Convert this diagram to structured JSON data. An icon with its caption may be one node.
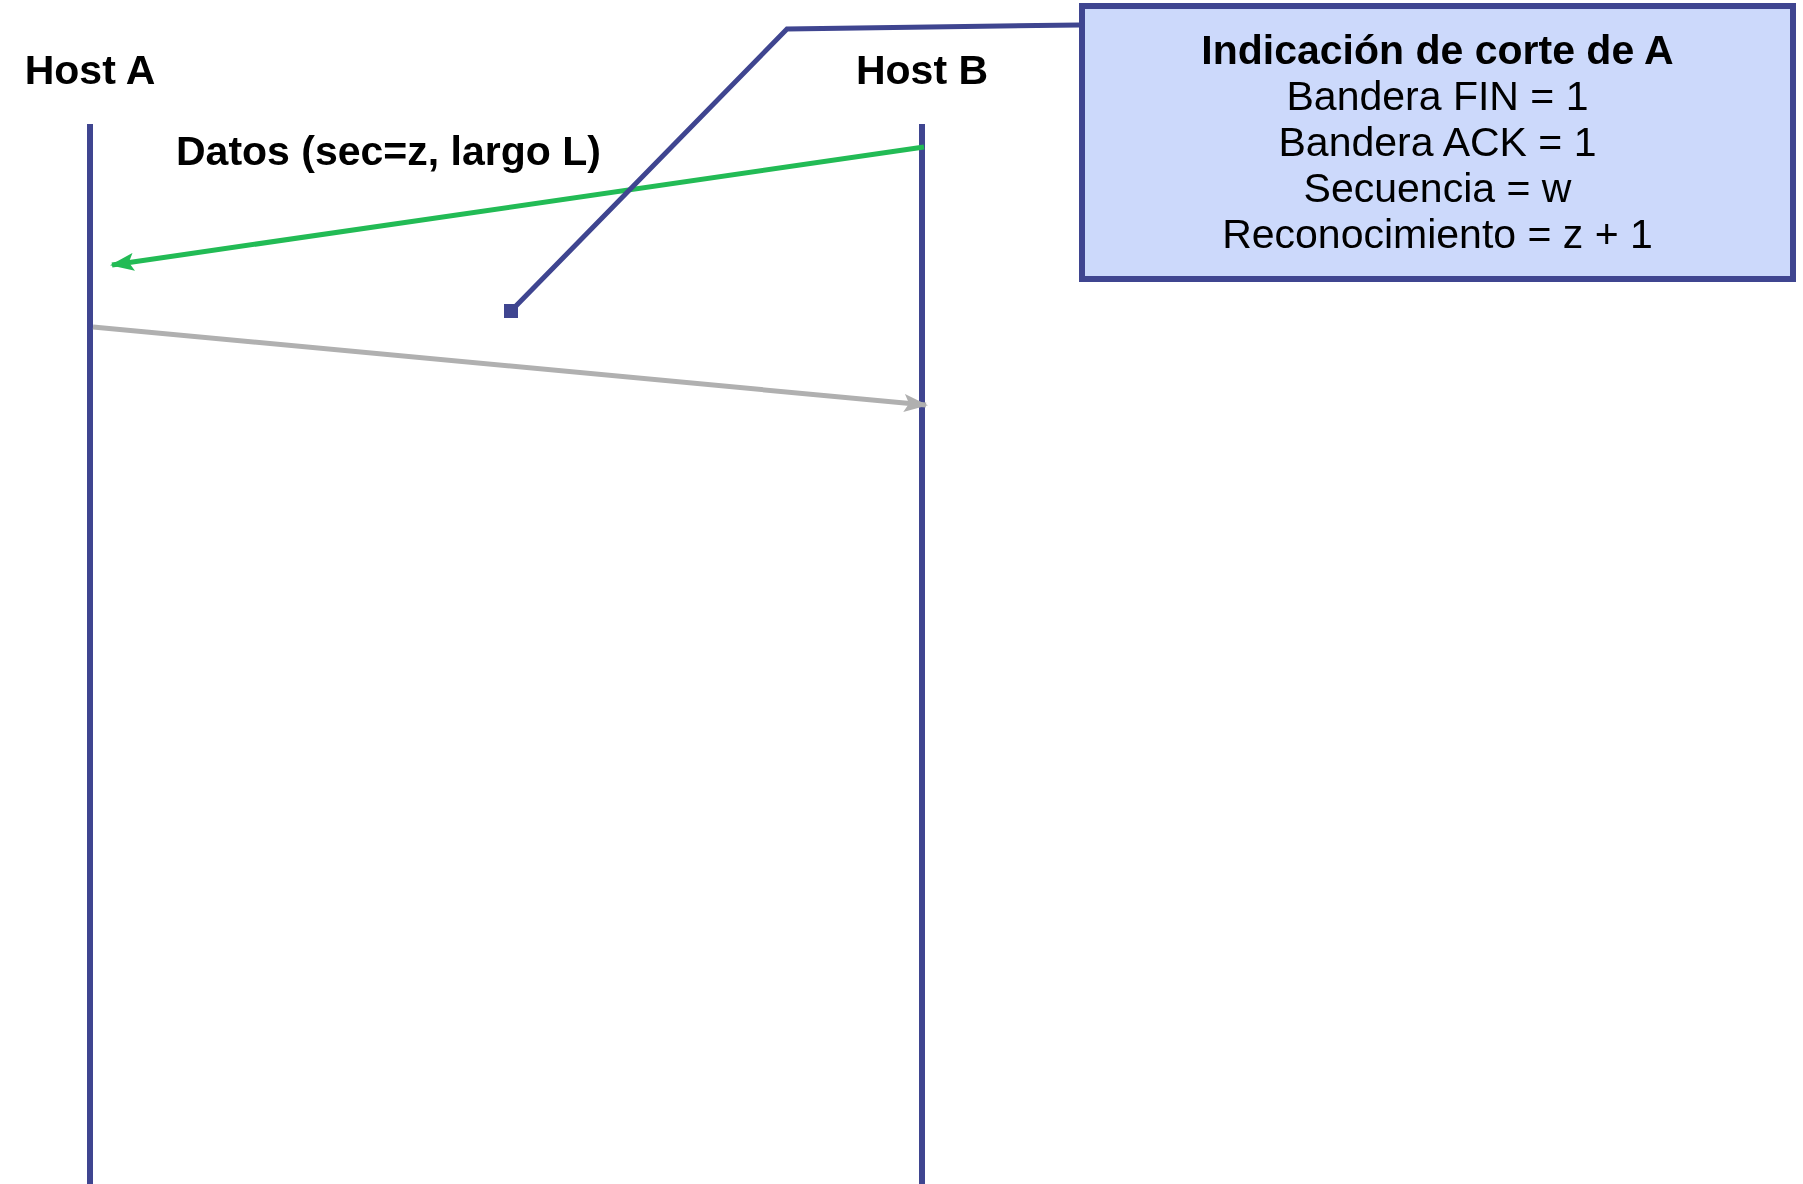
{
  "diagram": {
    "nodes": [
      {
        "text": [
          "Host A"
        ]
      },
      {
        "text": [
          "Host B"
        ]
      },
      {
        "text": [
          "Indicación de corte de A",
          "Bandera FIN = 1",
          "Bandera ACK = 1",
          "Secuencia = w",
          "Reconocimiento = z + 1"
        ]
      }
    ],
    "edges": [
      {
        "from": 1,
        "to": 0,
        "arrow": "to",
        "label": "Datos (sec=z, largo L)",
        "color": "#22bb55"
      },
      {
        "from": 0,
        "to": 1,
        "arrow": "to",
        "color": "#b0b0b0"
      },
      {
        "from": 2,
        "to": null,
        "arrow": "other",
        "color": "#3f4590"
      }
    ]
  }
}
